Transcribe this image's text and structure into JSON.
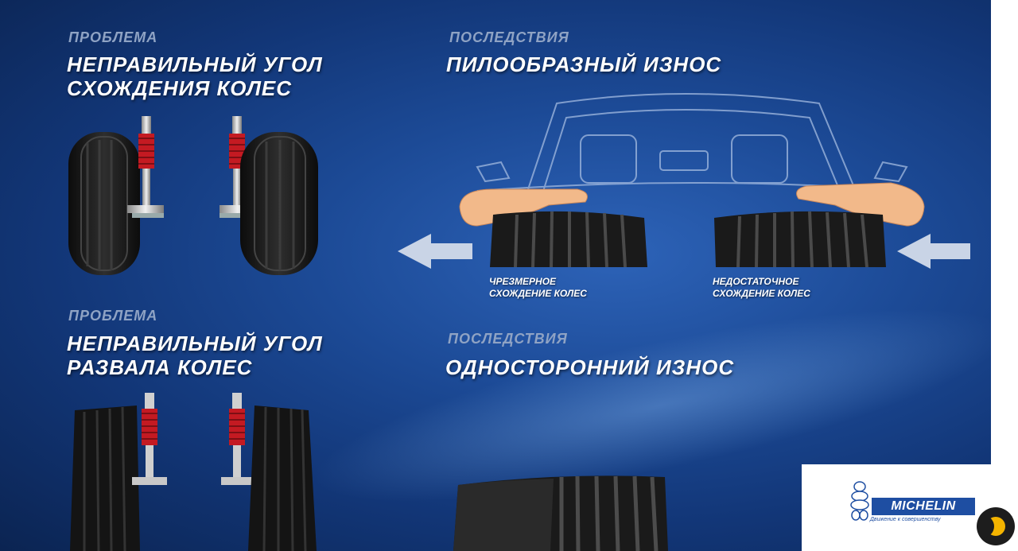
{
  "sections": {
    "toe": {
      "kicker": "ПРОБЛЕМА",
      "title_line1": "НЕПРАВИЛЬНЫЙ УГОЛ",
      "title_line2": "СХОЖДЕНИЯ КОЛЕС"
    },
    "camber": {
      "kicker": "ПРОБЛЕМА",
      "title_line1": "НЕПРАВИЛЬНЫЙ УГОЛ",
      "title_line2": "РАЗВАЛА КОЛЕС"
    },
    "sawtooth": {
      "kicker": "ПОСЛЕДСТВИЯ",
      "title": "ПИЛООБРАЗНЫЙ ИЗНОС",
      "caption_left_line1": "ЧРЕЗМЕРНОЕ",
      "caption_left_line2": "СХОЖДЕНИЕ КОЛЕС",
      "caption_right_line1": "НЕДОСТАТОЧНОЕ",
      "caption_right_line2": "СХОЖДЕНИЕ КОЛЕС"
    },
    "onesided": {
      "kicker": "ПОСЛЕДСТВИЯ",
      "title": "ОДНОСТОРОННИЙ ИЗНОС"
    }
  },
  "brand": {
    "name": "MICHELIN",
    "tagline": "Движение к совершенству"
  },
  "colors": {
    "background_center": "#2d63b8",
    "background_edge": "#0b2452",
    "kicker": "#8fa3c4",
    "title": "#ffffff",
    "brand_blue": "#1e4ea2",
    "spring_red": "#c41a22",
    "corner_logo_yellow": "#f4b400"
  },
  "icons": [
    "shock-absorber-icon",
    "tire-icon",
    "hand-icon",
    "arrow-left-icon",
    "car-outline-icon",
    "michelin-man-icon"
  ]
}
